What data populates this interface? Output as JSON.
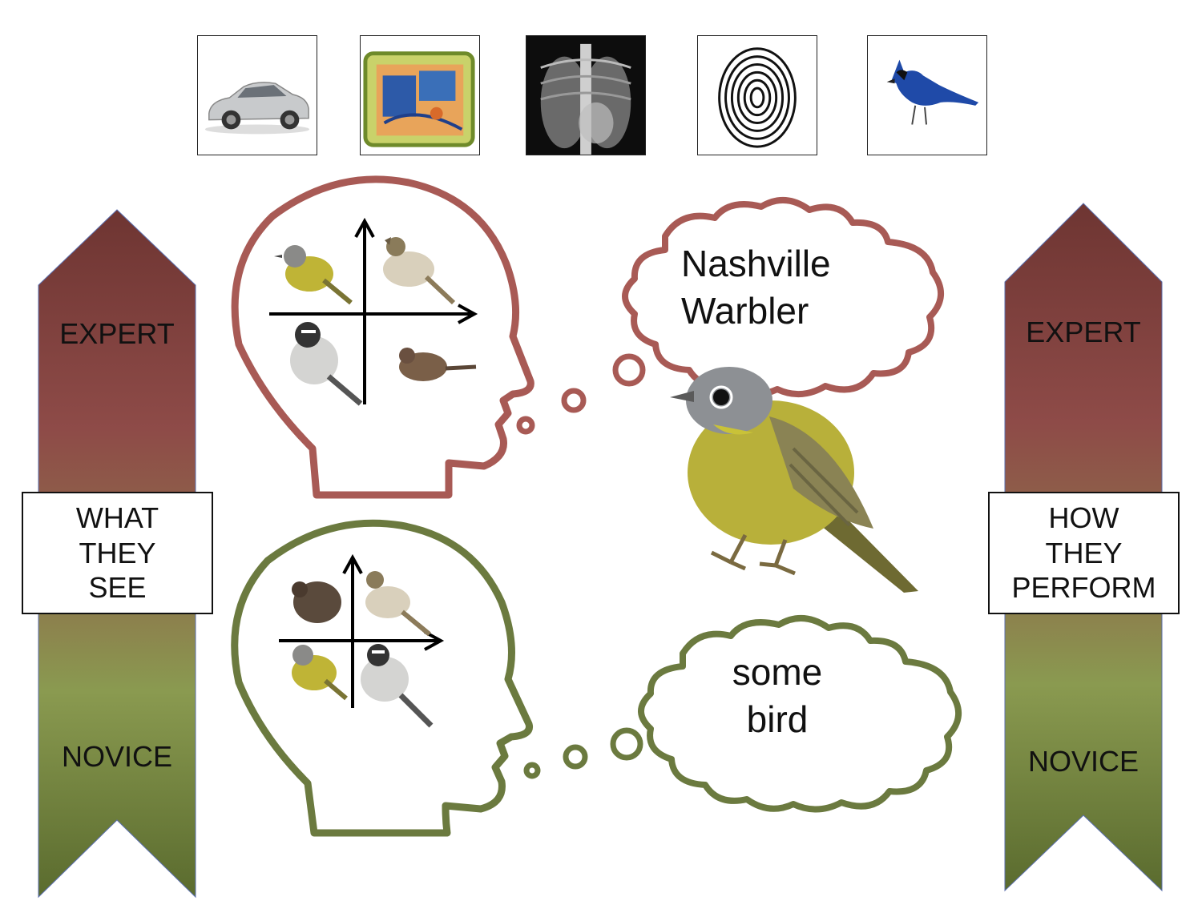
{
  "thumbnails": [
    {
      "name": "car-image"
    },
    {
      "name": "xray-luggage-image"
    },
    {
      "name": "chest-xray-image"
    },
    {
      "name": "fingerprint-image"
    },
    {
      "name": "blue-jay-image"
    }
  ],
  "left_arrow": {
    "top_label": "EXPERT",
    "bottom_label": "NOVICE",
    "box_lines": [
      "WHAT",
      "THEY",
      "SEE"
    ]
  },
  "right_arrow": {
    "top_label": "EXPERT",
    "bottom_label": "NOVICE",
    "box_lines": [
      "HOW",
      "THEY",
      "PERFORM"
    ]
  },
  "expert_thought": [
    "Nashville",
    "Warbler"
  ],
  "novice_thought": [
    "some",
    "bird"
  ],
  "colors": {
    "expert": "#a85a55",
    "novice": "#6b7a3f",
    "arrow_top": "#6e3532",
    "arrow_mid": "#8e4b48",
    "arrow_green": "#8a9a50",
    "arrow_bottom": "#5a6b2e"
  }
}
